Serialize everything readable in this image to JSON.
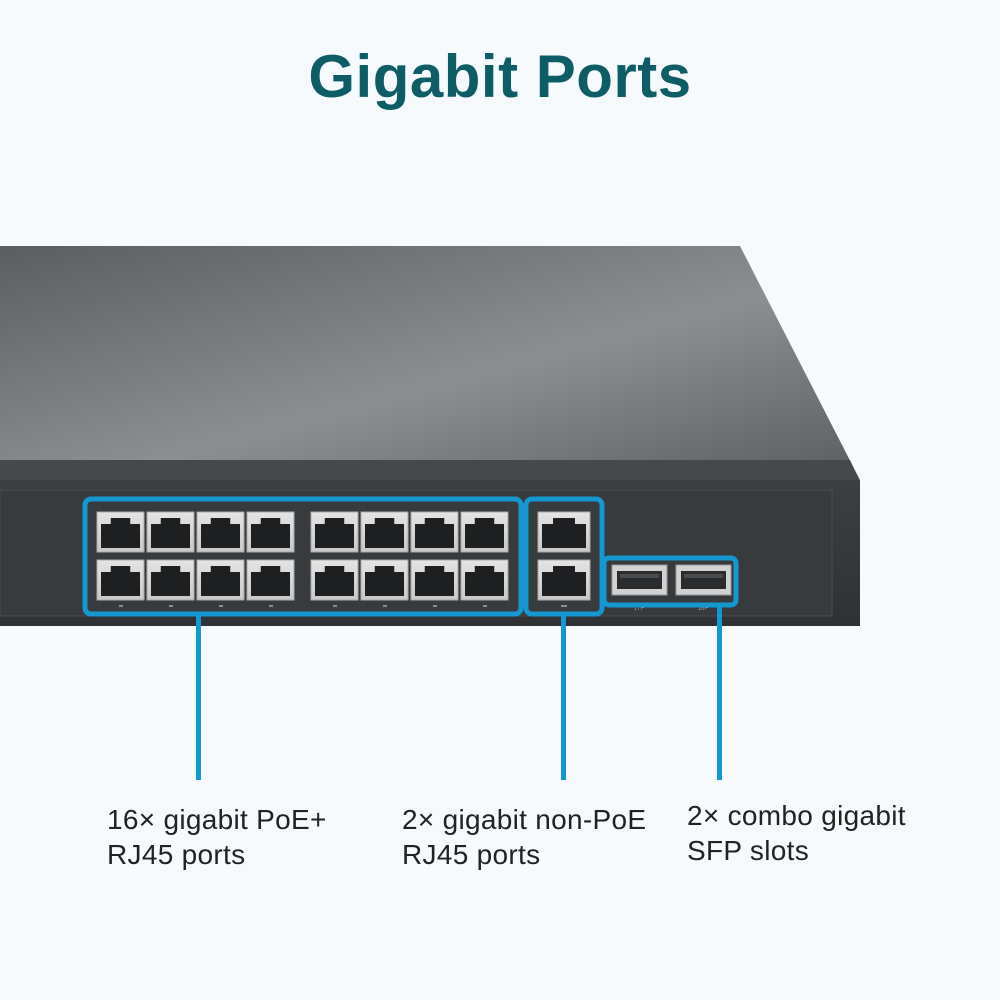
{
  "title": "Gigabit Ports",
  "accent_color": "#1597cf",
  "title_color": "#0e5c65",
  "device": {
    "poe_rj45_ports": 16,
    "non_poe_rj45_ports": 2,
    "sfp_slots": 2,
    "sfp_slot_labels": [
      "17F",
      "18F"
    ]
  },
  "callouts": [
    {
      "line1": "16× gigabit PoE+",
      "line2": "RJ45 ports"
    },
    {
      "line1": "2× gigabit non-PoE",
      "line2": "RJ45 ports"
    },
    {
      "line1": "2× combo gigabit",
      "line2": "SFP slots"
    }
  ]
}
